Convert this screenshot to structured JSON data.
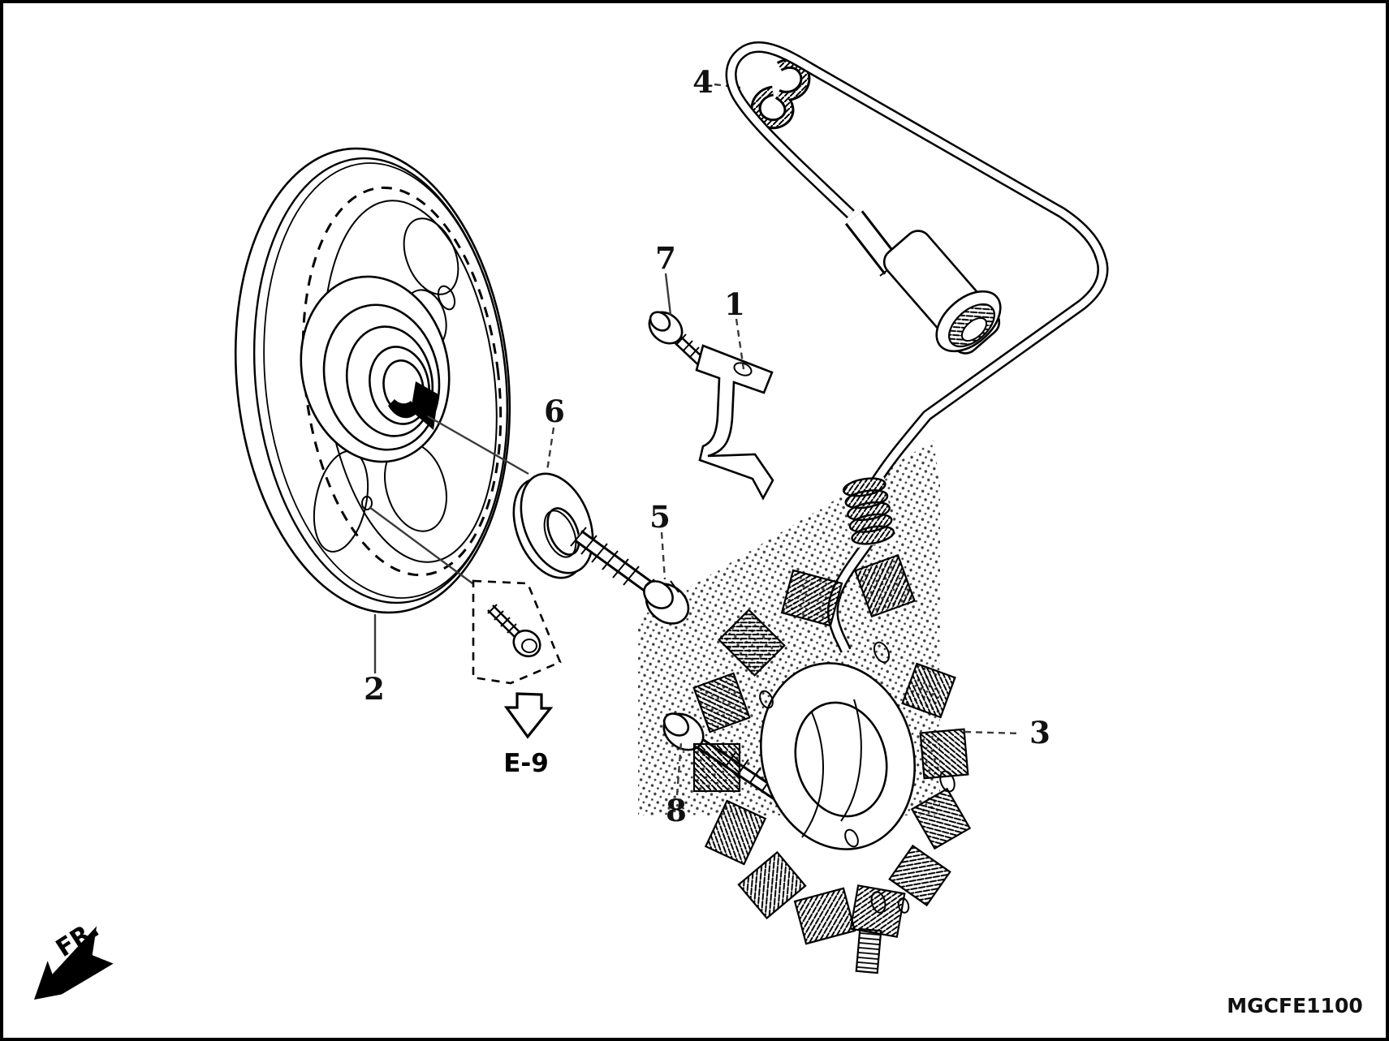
{
  "diagram": {
    "code": "MGCFE1100",
    "front_label": "FR.",
    "section_ref": "E-9"
  },
  "callouts": {
    "c1": "1",
    "c2": "2",
    "c3": "3",
    "c4": "4",
    "c5": "5",
    "c6": "6",
    "c7": "7",
    "c8": "8"
  }
}
